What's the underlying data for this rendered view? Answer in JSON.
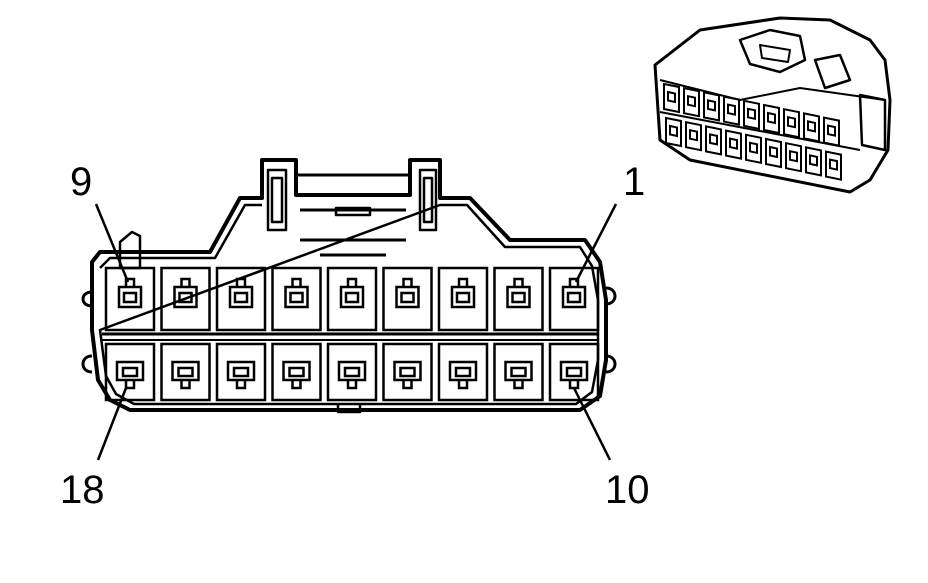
{
  "diagram": {
    "pin_labels": {
      "top_left": "9",
      "top_right": "1",
      "bottom_left": "18",
      "bottom_right": "10"
    },
    "connector": {
      "rows": 2,
      "cavities_per_row": 9,
      "total_cavities": 18
    },
    "colors": {
      "line": "#000000",
      "background": "#ffffff"
    }
  }
}
